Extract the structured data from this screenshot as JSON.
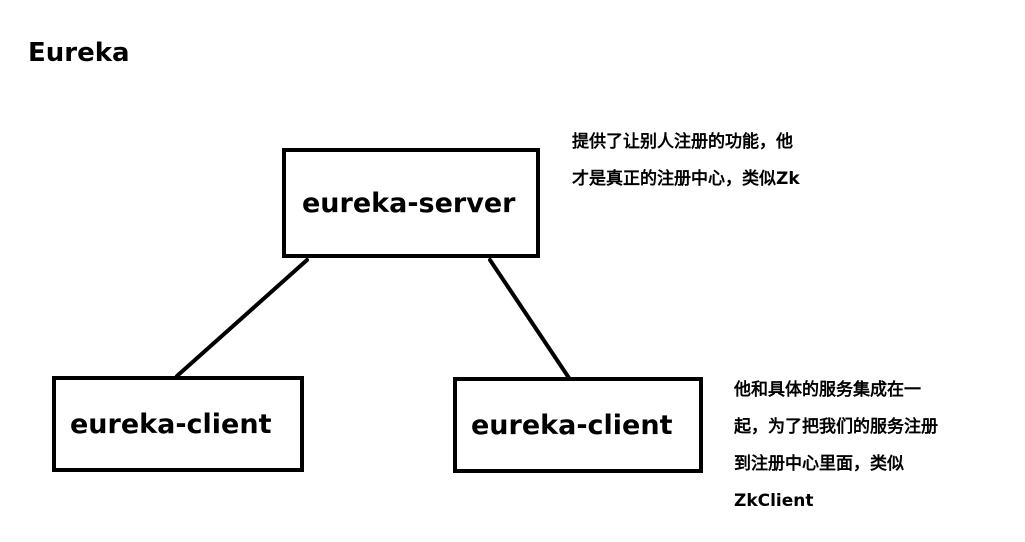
{
  "title": "Eureka",
  "nodes": {
    "server": "eureka-server",
    "client_left": "eureka-client",
    "client_right": "eureka-client"
  },
  "notes": {
    "server": [
      "提供了让别人注册的功能，他",
      "才是真正的注册中心，类似Zk"
    ],
    "client": [
      "他和具体的服务集成在一",
      "起，为了把我们的服务注册",
      "到注册中心里面，类似",
      "ZkClient"
    ]
  },
  "colors": {
    "stroke": "#000000",
    "background": "#ffffff"
  }
}
